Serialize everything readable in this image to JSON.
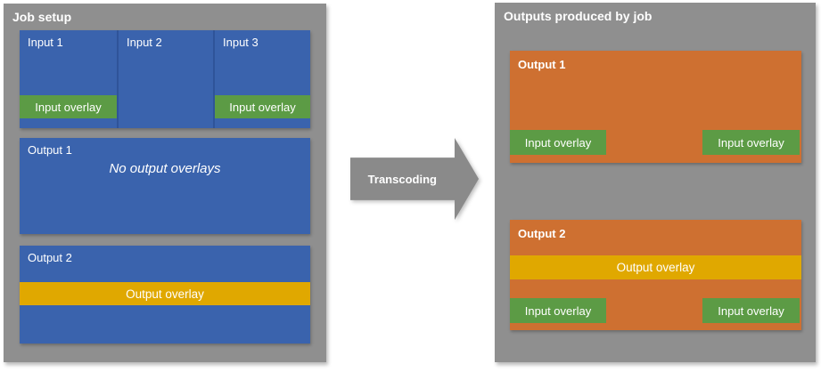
{
  "diagram": {
    "colors": {
      "panel_gray": "#8F8F8F",
      "arrow_gray": "#8A8A8A",
      "input_output_blue": "#3A63AD",
      "divider_blue": "#2F5499",
      "overlay_green": "#5C9B45",
      "output_orange": "#CE7031",
      "overlay_gold": "#E0A800",
      "text_white": "#FFFFFF"
    },
    "left_panel": {
      "title": "Job setup",
      "inputs": [
        {
          "label": "Input 1",
          "overlay": "Input overlay"
        },
        {
          "label": "Input 2"
        },
        {
          "label": "Input 3",
          "overlay": "Input overlay"
        }
      ],
      "outputs": [
        {
          "label": "Output 1",
          "note": "No output overlays"
        },
        {
          "label": "Output 2",
          "output_overlay": "Output overlay"
        }
      ]
    },
    "arrow": {
      "label": "Transcoding"
    },
    "right_panel": {
      "title": "Outputs produced by job",
      "outputs": [
        {
          "label": "Output 1",
          "input_overlays": [
            "Input overlay",
            "Input overlay"
          ]
        },
        {
          "label": "Output 2",
          "output_overlay": "Output overlay",
          "input_overlays": [
            "Input overlay",
            "Input overlay"
          ]
        }
      ]
    }
  }
}
